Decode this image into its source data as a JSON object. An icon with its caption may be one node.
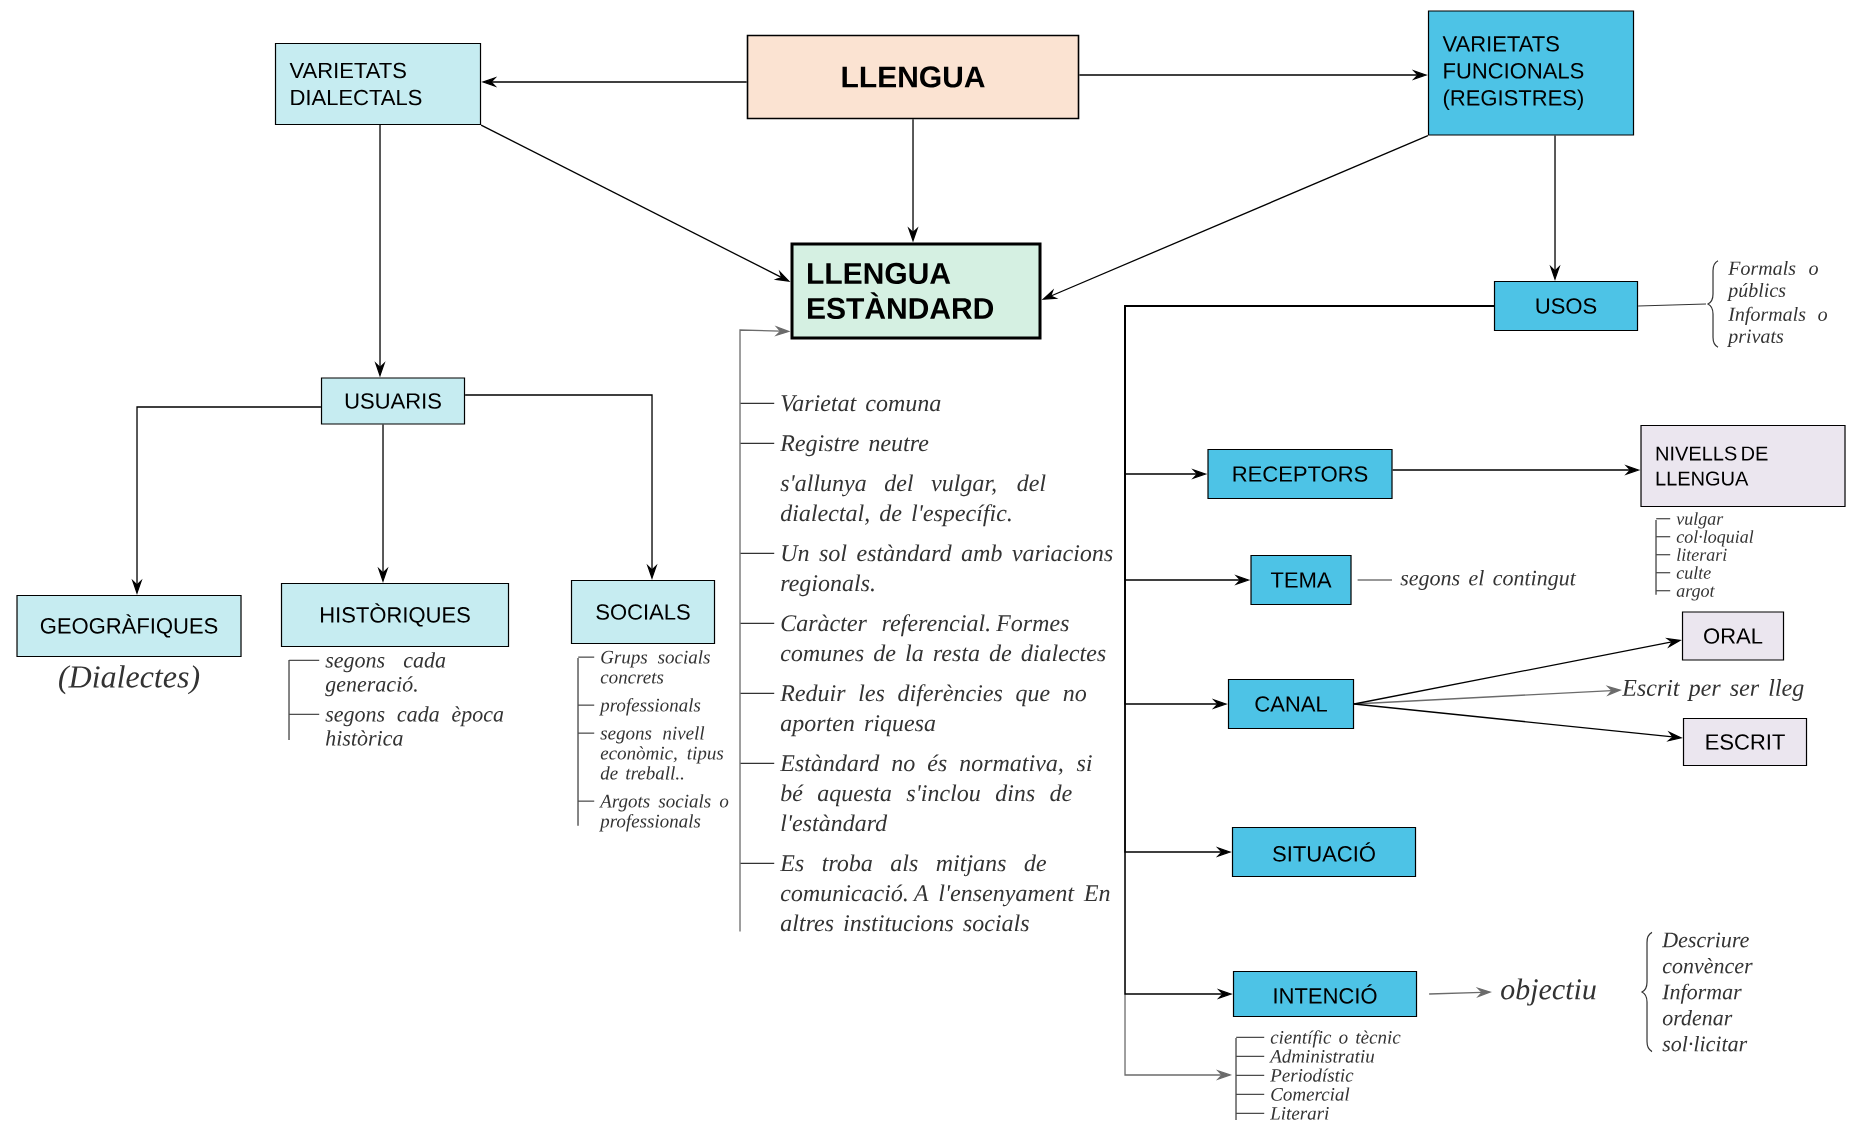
{
  "diagram": {
    "nodes": [
      {
        "text": [
          "LLENGUA"
        ]
      },
      {
        "text": [
          "VARIETATS DIALECTALS"
        ]
      },
      {
        "text": [
          "VARIETATS FUNCIONALS (REGISTRES)"
        ]
      },
      {
        "text": [
          "LLENGUA ESTÀNDARD"
        ]
      },
      {
        "text": [
          "USUARIS"
        ]
      },
      {
        "text": [
          "GEOGRÀFIQUES"
        ],
        "beside": [
          "(Dialectes)"
        ]
      },
      {
        "text": [
          "HISTÒRIQUES"
        ],
        "beside": [
          "segons cada generació.",
          "segons cada època històrica"
        ]
      },
      {
        "text": [
          "SOCIALS"
        ],
        "beside": [
          "Grups socials concrets",
          "professionals",
          "segons nivell econòmic, tipus de treball..",
          "Argots socials o professionals"
        ]
      },
      {
        "text": [
          "USOS"
        ],
        "beside": [
          "Formals o públics",
          "Informals o privats"
        ]
      },
      {
        "text": [
          "RECEPTORS"
        ]
      },
      {
        "text": [
          "NIVELLS DE LLENGUA"
        ],
        "beside": [
          "vulgar",
          "col·loquial",
          "literari",
          "culte",
          "argot"
        ]
      },
      {
        "text": [
          "TEMA"
        ],
        "beside": [
          "segons el contingut"
        ]
      },
      {
        "text": [
          "CANAL"
        ]
      },
      {
        "text": [
          "ORAL"
        ]
      },
      {
        "text": [
          "ESCRIT"
        ]
      },
      {
        "text": [
          "SITUACIÓ"
        ]
      },
      {
        "text": [
          "INTENCIÓ"
        ]
      },
      {
        "text": [
          "Varietat comuna",
          "Registre neutre",
          "s'allunya del vulgar, del dialectal, de l'específic.",
          "Un sol estàndard amb variacions regionals.",
          "Caràcter referencial. Formes comunes de la resta de dialectes",
          "Reduir les diferències que no aporten riquesa",
          "Estàndard no és normativa, si bé aquesta s'inclou dins de l'estàndard",
          "Es troba als mitjans de comunicació. A l'ensenyament En altres institucions socials"
        ]
      },
      {
        "text": [
          "Escrit per ser lleg"
        ]
      },
      {
        "text": [
          "objectiu"
        ],
        "beside": [
          "Descriure",
          "convèncer",
          "Informar",
          "ordenar",
          "sol·licitar"
        ]
      },
      {
        "text": [
          "científic o tècnic",
          "Administratiu",
          "Periodístic",
          "Comercial",
          "Literari"
        ]
      }
    ],
    "edges": [
      {
        "from": 0,
        "to": 1,
        "arrow": "to"
      },
      {
        "from": 0,
        "to": 2,
        "arrow": "to"
      },
      {
        "from": 0,
        "to": 3,
        "arrow": "to"
      },
      {
        "from": 1,
        "to": 3,
        "arrow": "to"
      },
      {
        "from": 2,
        "to": 3,
        "arrow": "to"
      },
      {
        "from": 2,
        "to": 8,
        "arrow": "to"
      },
      {
        "from": 1,
        "to": 4,
        "arrow": "to"
      },
      {
        "from": 4,
        "to": 5,
        "arrow": "to"
      },
      {
        "from": 4,
        "to": 6,
        "arrow": "to"
      },
      {
        "from": 4,
        "to": 7,
        "arrow": "to"
      },
      {
        "from": 8,
        "to": 9,
        "arrow": "to"
      },
      {
        "from": 8,
        "to": 11,
        "arrow": "to"
      },
      {
        "from": 8,
        "to": 12,
        "arrow": "to"
      },
      {
        "from": 8,
        "to": 15,
        "arrow": "to"
      },
      {
        "from": 8,
        "to": 16,
        "arrow": "to"
      },
      {
        "from": 8,
        "to": 20,
        "arrow": "to",
        "color": "#6b6b6b"
      },
      {
        "from": 9,
        "to": 10,
        "arrow": "to"
      },
      {
        "from": 12,
        "to": 13,
        "arrow": "to"
      },
      {
        "from": 12,
        "to": 14,
        "arrow": "to"
      },
      {
        "from": 12,
        "to": 18,
        "arrow": "to",
        "color": "#6b6b6b"
      },
      {
        "from": 16,
        "to": 19,
        "arrow": "to",
        "color": "#6b6b6b"
      },
      {
        "from": 17,
        "to": 3,
        "arrow": "to",
        "color": "#6b6b6b"
      }
    ]
  }
}
